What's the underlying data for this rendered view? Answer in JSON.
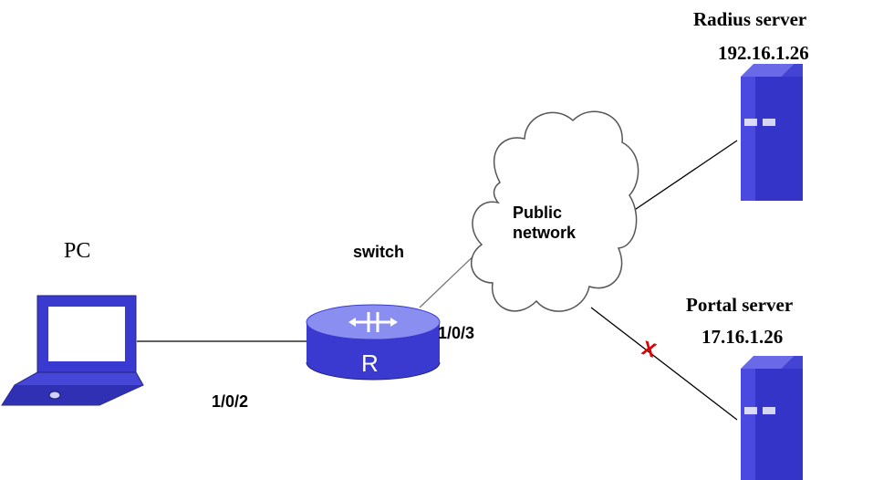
{
  "nodes": {
    "pc": {
      "label": "PC"
    },
    "switch": {
      "label": "switch",
      "router_letter": "R"
    },
    "cloud": {
      "line1": "Public",
      "line2": "network"
    },
    "radius": {
      "name": "Radius  server",
      "ip": "192.16.1.26"
    },
    "portal": {
      "name": "Portal server",
      "ip": "17.16.1.26"
    }
  },
  "ports": {
    "pc_side": "1/0/2",
    "uplink": "1/0/3"
  },
  "link_status": {
    "cloud_to_portal": "X"
  },
  "colors": {
    "device_blue": "#5a5ae6",
    "device_dark": "#2a2a9a",
    "router_light": "#7c82e8",
    "fail_mark": "#e00000"
  },
  "icons": [
    "laptop-icon",
    "router-icon",
    "cloud-icon",
    "server-icon"
  ]
}
